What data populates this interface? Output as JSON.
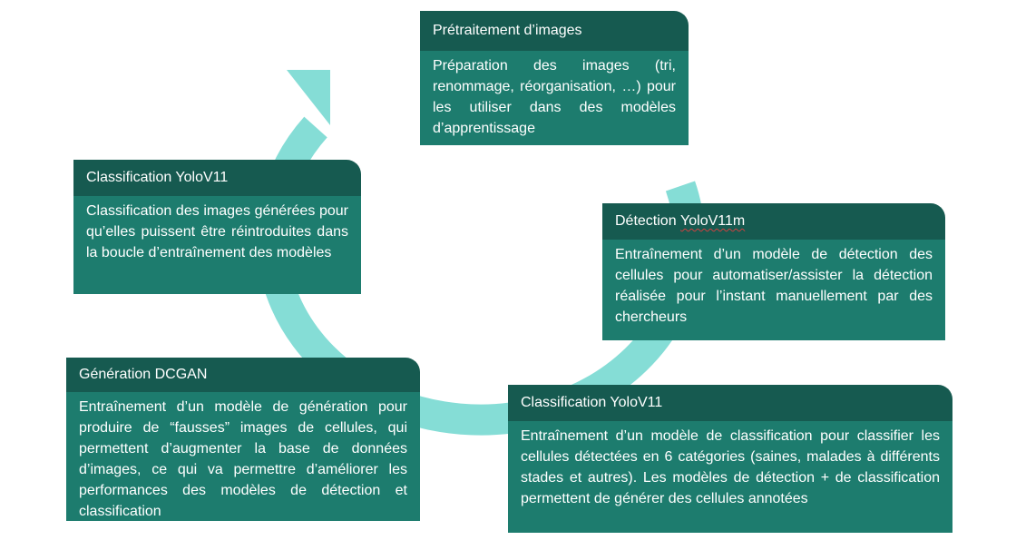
{
  "colors": {
    "arrow": "#85ddd6",
    "header": "#165a50",
    "body": "#1d7c6e",
    "text": "#ffffff"
  },
  "steps": [
    {
      "title": "Prétraitement d’images",
      "text": "Préparation des images (tri, renommage, réorganisation, …) pour les utiliser dans des modèles d’apprentissage"
    },
    {
      "title_prefix": "Détection ",
      "title_model": "YoloV11m",
      "text": "Entraînement d’un modèle de détection des cellules pour automatiser/assister la détection réalisée pour l’instant manuellement par des chercheurs"
    },
    {
      "title": "Classification YoloV11",
      "text": "Entraînement d’un modèle de classification pour classifier les cellules détectées en 6 catégories (saines, malades à différents stades et autres). Les modèles de détection + de classification permettent de générer des cellules annotées"
    },
    {
      "title": "Génération DCGAN",
      "text": "Entraînement d’un modèle de génération pour produire de “fausses” images de cellules, qui permettent d’augmenter la base de données d’images, ce qui va permettre d’améliorer les performances des modèles de détection et classification"
    },
    {
      "title": "Classification YoloV11",
      "text": "Classification des images générées pour qu’elles puissent être réintroduites dans la boucle d’entraînement des modèles"
    }
  ]
}
